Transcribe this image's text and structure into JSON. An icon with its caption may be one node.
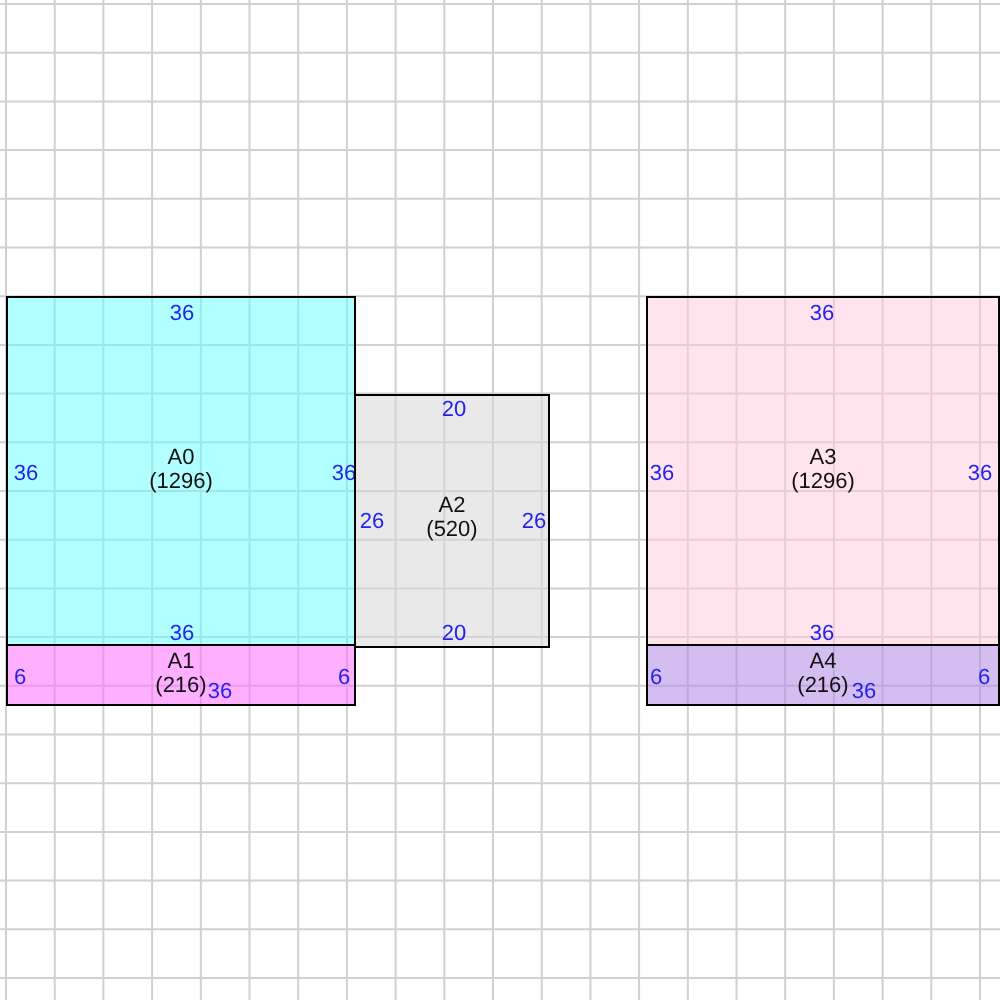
{
  "diagram": {
    "nodes": [
      {
        "text": [
          "A0",
          "(1296)",
          "36",
          "36",
          "36",
          "36"
        ]
      },
      {
        "text": [
          "A1",
          "(216)",
          "6",
          "6",
          "36"
        ]
      },
      {
        "text": [
          "A2",
          "(520)",
          "20",
          "26",
          "26",
          "20"
        ]
      },
      {
        "text": [
          "A3",
          "(1296)",
          "36",
          "36",
          "36",
          "36"
        ]
      },
      {
        "text": [
          "A4",
          "(216)",
          "6",
          "6",
          "36"
        ]
      }
    ],
    "edges": []
  }
}
